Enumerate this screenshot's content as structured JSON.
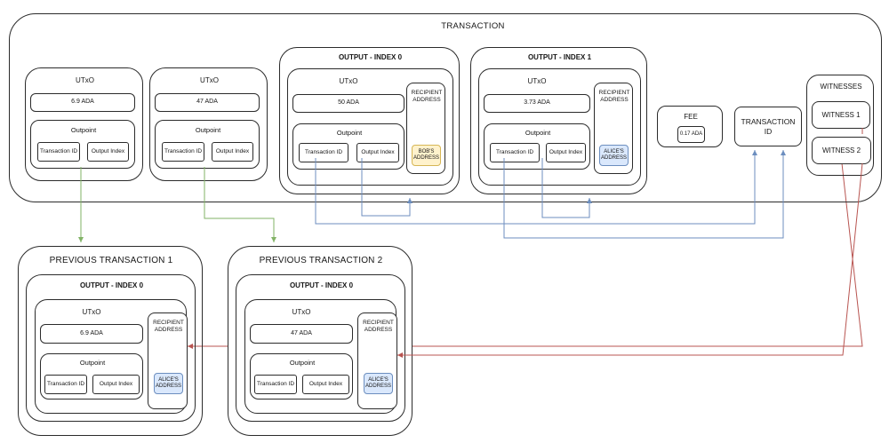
{
  "colors": {
    "green": "#82b366",
    "blue": "#6c8ebf",
    "red": "#b85450",
    "bob_fill": "#fff2cc",
    "bob_border": "#d6b656",
    "alice_fill": "#dae8fc",
    "alice_border": "#6c8ebf"
  },
  "transaction": {
    "title": "TRANSACTION"
  },
  "labels": {
    "utxo": "UTxO",
    "outpoint": "Outpoint",
    "txid": "Transaction ID",
    "outidx": "Output Index",
    "recipient": "RECIPIENT ADDRESS"
  },
  "inputs": [
    {
      "amount": "6.9 ADA"
    },
    {
      "amount": "47 ADA"
    }
  ],
  "outputs": [
    {
      "title": "OUTPUT - INDEX 0",
      "amount": "50 ADA",
      "address": "BOB'S ADDRESS"
    },
    {
      "title": "OUTPUT - INDEX 1",
      "amount": "3.73 ADA",
      "address": "ALICE'S ADDRESS"
    }
  ],
  "fee": {
    "label": "FEE",
    "amount": "0.17 ADA"
  },
  "txid_box": {
    "label": "TRANSACTION ID"
  },
  "witnesses": {
    "title": "WITNESSES",
    "w1": "WITNESS 1",
    "w2": "WITNESS 2"
  },
  "prev": [
    {
      "title": "PREVIOUS TRANSACTION 1",
      "output_title": "OUTPUT - INDEX 0",
      "amount": "6.9 ADA",
      "address": "ALICE'S ADDRESS"
    },
    {
      "title": "PREVIOUS TRANSACTION 2",
      "output_title": "OUTPUT - INDEX 0",
      "amount": "47 ADA",
      "address": "ALICE'S ADDRESS"
    }
  ],
  "connections": [
    {
      "from": "input-1-outpoint",
      "to": "previous-transaction-1",
      "color": "green"
    },
    {
      "from": "input-2-outpoint",
      "to": "previous-transaction-2",
      "color": "green"
    },
    {
      "from": "output-0-transaction-id",
      "to": "transaction-id-box",
      "color": "blue"
    },
    {
      "from": "output-0-output-index",
      "to": "output-0-container",
      "color": "blue"
    },
    {
      "from": "output-1-transaction-id",
      "to": "transaction-id-box",
      "color": "blue"
    },
    {
      "from": "output-1-output-index",
      "to": "output-1-container",
      "color": "blue"
    },
    {
      "from": "witness-2",
      "to": "previous-transaction-1-recipient",
      "color": "red"
    },
    {
      "from": "witness-1",
      "to": "previous-transaction-2-recipient",
      "color": "red"
    }
  ]
}
